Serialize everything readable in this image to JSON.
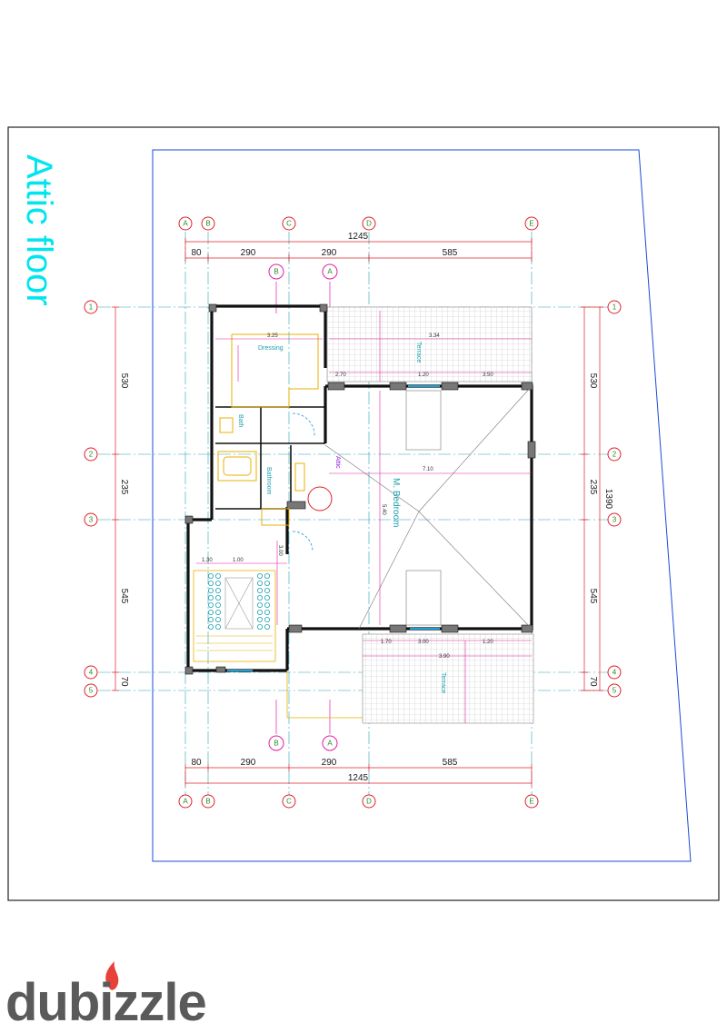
{
  "title": "Attic floor",
  "grid_columns": [
    "A",
    "B",
    "C",
    "D",
    "E"
  ],
  "grid_rows": [
    "1",
    "2",
    "3",
    "4",
    "5"
  ],
  "section_marks": [
    "B",
    "A"
  ],
  "dims_top": [
    "80",
    "290",
    "290",
    "585"
  ],
  "dim_total_top": "1245",
  "dims_bottom": [
    "80",
    "290",
    "290",
    "585"
  ],
  "dim_total_bottom": "1245",
  "dims_left": [
    "530",
    "235",
    "545",
    "70"
  ],
  "dims_right": [
    "530",
    "235",
    "545",
    "70"
  ],
  "dim_total_right": "1390",
  "rooms": {
    "dressing": "Dressing",
    "bath": "Bath",
    "bathroom": "Bathroom",
    "m_bedroom": "M. Bedroom",
    "terrace_top": "Terrace",
    "terrace_bottom": "Terrace",
    "attic": "Attic"
  },
  "inner_dims": {
    "d1": "3.25",
    "d2": "3.34",
    "d3": "7.10",
    "d4": "2.70",
    "d5": "1.20",
    "d6": "3.50",
    "d7": "1.70",
    "d8": "3.90",
    "d9": "1.20",
    "d10": "1.30",
    "d11": "1.00",
    "d12": "5.40",
    "d13": "3.00",
    "d14": "3.00"
  },
  "brand": {
    "name": "dubizzle",
    "flame_color": "#e8413a"
  },
  "colors": {
    "grid": "#2aa4b4",
    "dim": "#e0202a",
    "wall": "#111111",
    "tile": "#b4b4b4",
    "magenta": "#e020a0",
    "yellow": "#e8b000",
    "boundary": "#1a4bd8",
    "title": "#00e5ee"
  }
}
